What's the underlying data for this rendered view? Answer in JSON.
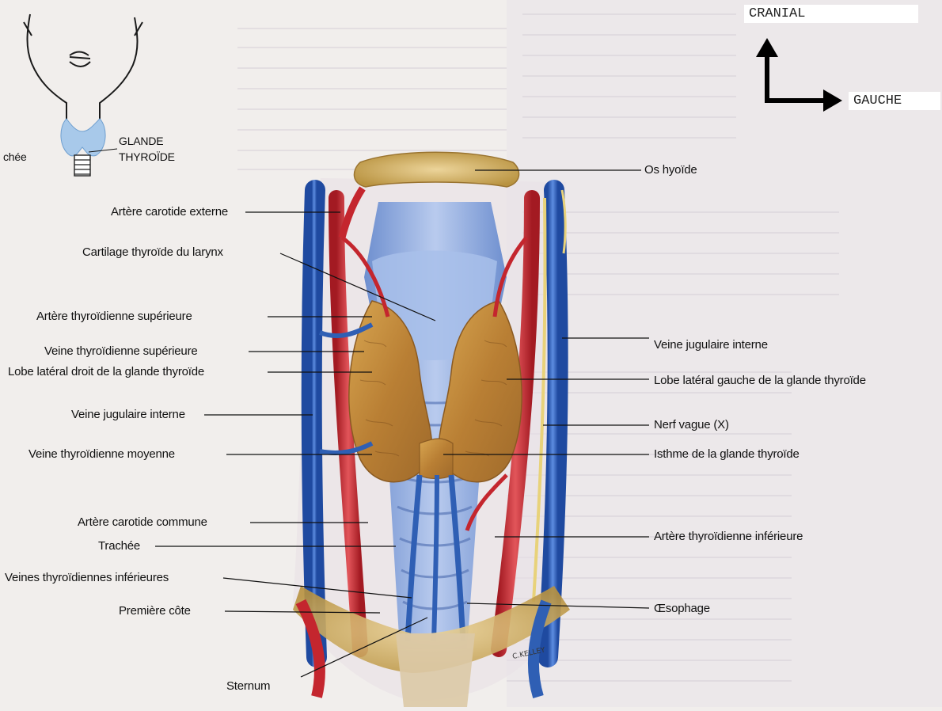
{
  "orientation": {
    "cranial": "CRANIAL",
    "left": "GAUCHE"
  },
  "inset": {
    "gland_line1": "GLANDE",
    "gland_line2": "THYROÏDE",
    "trachea_fragment": "chée"
  },
  "labels_left": [
    "Artère carotide externe",
    "Cartilage thyroïde du larynx",
    "Artère thyroïdienne supérieure",
    "Veine thyroïdienne supérieure",
    "Lobe latéral droit de la glande thyroïde",
    "Veine jugulaire interne",
    "Veine thyroïdienne moyenne",
    "Artère carotide commune",
    "Trachée",
    "Veines thyroïdiennes inférieures",
    "Première côte",
    "Sternum"
  ],
  "labels_right": [
    "Os hyoïde",
    "Veine jugulaire interne",
    "Lobe latéral gauche de la glande thyroïde",
    "Nerf vague (X)",
    "Isthme de la glande thyroïde",
    "Artère thyroïdienne inférieure",
    "Œsophage"
  ],
  "colors": {
    "artery": "#c4262e",
    "vein": "#2f5fb4",
    "thyroid": "#c9913f",
    "cartilage": "#8aa6d8",
    "bone": "#d7b869",
    "nerve": "#e8d27a",
    "arrow": "#000000"
  }
}
